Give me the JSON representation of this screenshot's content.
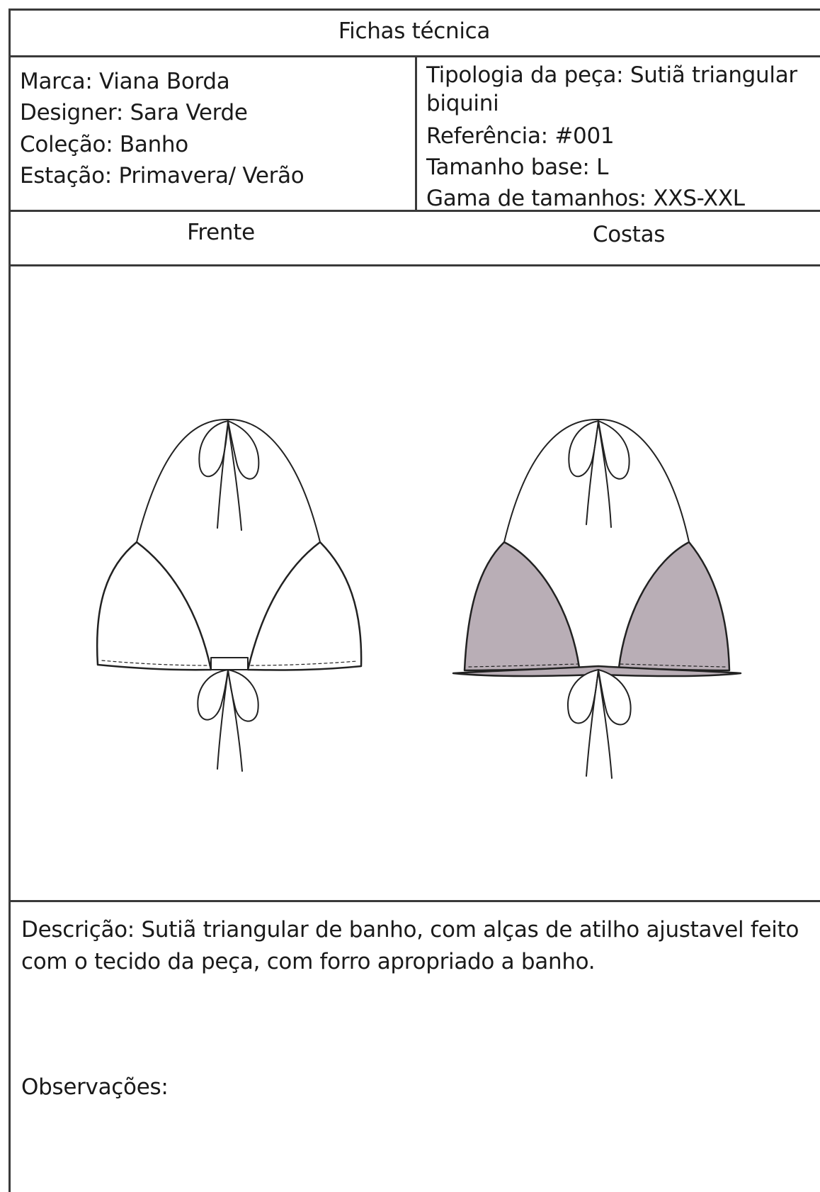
{
  "header": {
    "title": "Fichas técnica"
  },
  "info_left": [
    "Marca: Viana Borda",
    "Designer: Sara Verde",
    "Coleção: Banho",
    "Estação: Primavera/ Verão"
  ],
  "info_right": [
    "Tipologia da peça: Sutiã triangular",
    "biquini",
    "Referência: #001",
    "Tamanho base: L",
    "Gama de tamanhos: XXS-XXL"
  ],
  "views": {
    "front_label": "Frente",
    "back_label": "Costas"
  },
  "description": {
    "line1": "Descrição: Sutiã triangular de banho, com alças de atilho ajustavel feito",
    "line2": "com o tecido da peça, com forro apropriado a banho."
  },
  "observations": {
    "label": "Observações:"
  },
  "colors": {
    "border": "#3a3a3a",
    "back_fill": "#b9aeb6",
    "line": "#222222"
  }
}
